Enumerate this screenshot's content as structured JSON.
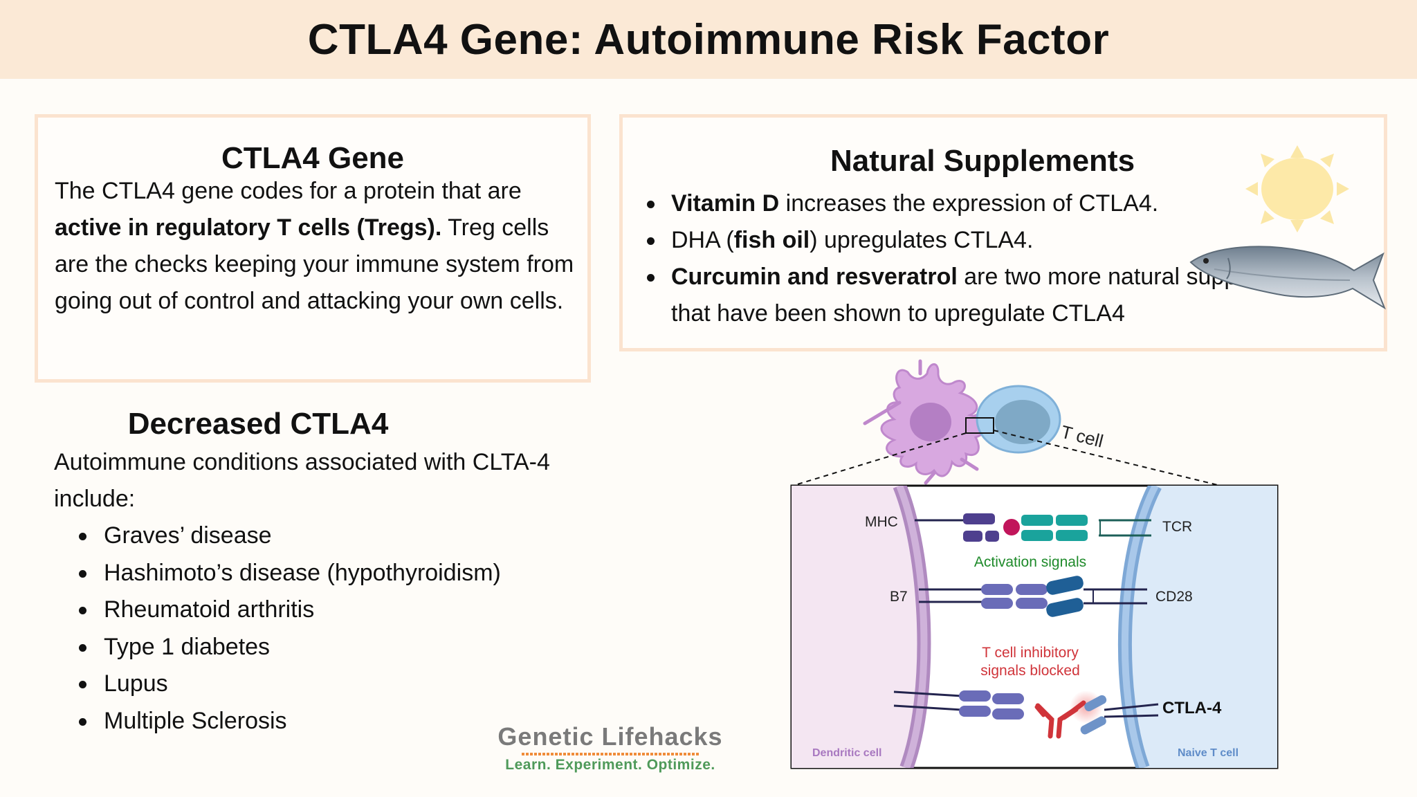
{
  "title": "CTLA4 Gene: Autoimmune Risk Factor",
  "gene_card": {
    "heading": "CTLA4 Gene",
    "text_1": "The CTLA4 gene codes for a protein that are",
    "text_bold": "active in regulatory T cells (Tregs).",
    "text_2": " Treg cells are the checks keeping your immune system from going out of control and attacking your own cells."
  },
  "supplements": {
    "heading": "Natural Supplements",
    "items": [
      {
        "bold": "Vitamin D",
        "text": " increases the expression of CTLA4."
      },
      {
        "pre": "DHA (",
        "bold": "fish oil",
        "text": ") upregulates CTLA4."
      },
      {
        "bold": "Curcumin and resveratrol",
        "text": " are two more natural supplements that have been shown to upregulate CTLA4"
      }
    ]
  },
  "decreased": {
    "heading": "Decreased CTLA4",
    "intro": "Autoimmune conditions associated with CLTA-4 include:",
    "conditions": [
      "Graves’ disease",
      "Hashimoto’s disease (hypothyroidism)",
      "Rheumatoid arthritis",
      "Type 1 diabetes",
      "Lupus",
      "Multiple Sclerosis"
    ]
  },
  "diagram": {
    "t_cell_label": "T cell",
    "mhc": "MHC",
    "tcr": "TCR",
    "activation": "Activation signals",
    "b7": "B7",
    "cd28": "CD28",
    "inhibitory_1": "T cell inhibitory",
    "inhibitory_2": "signals blocked",
    "ctla4": "CTLA-4",
    "dendritic": "Dendritic cell",
    "naive": "Naive T cell"
  },
  "brand": {
    "name": "Genetic Lifehacks",
    "tagline": "Learn. Experiment. Optimize."
  },
  "icons": [
    "sun-icon",
    "fish-icon"
  ],
  "colors": {
    "title_bg": "#fbe9d6",
    "card_border": "#fbe3cf",
    "activation_green": "#1e8a2a",
    "inhibitory_red": "#d0343a",
    "dendritic_purple": "#c7a0d8",
    "tcell_blue": "#8fb9e0"
  }
}
